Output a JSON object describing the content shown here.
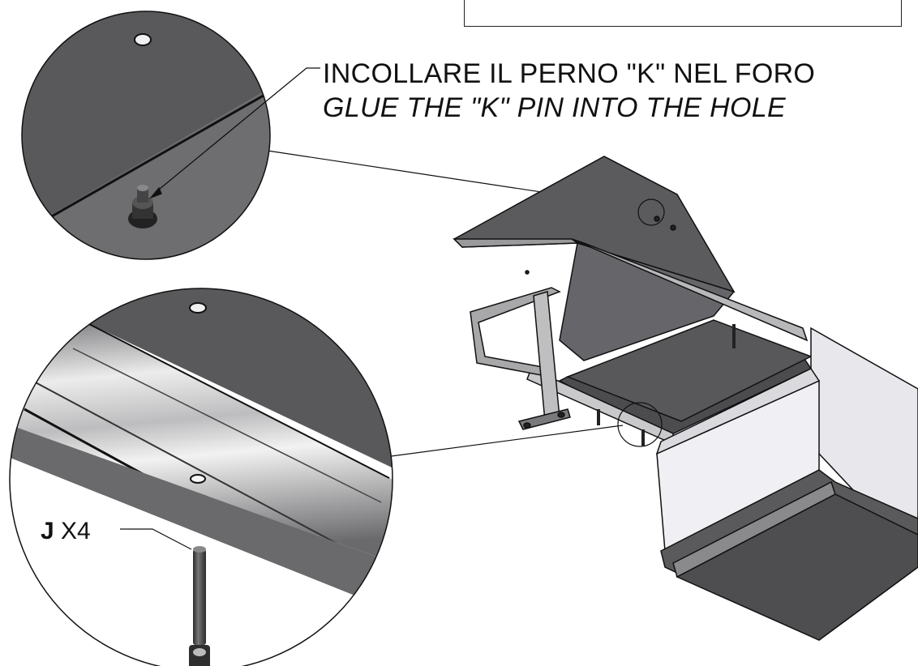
{
  "annotation": {
    "italian": "INCOLLARE IL PERNO \"K\" NEL FORO",
    "english": "GLUE THE \"K\" PIN INTO THE HOLE"
  },
  "part_callout": {
    "letter": "J",
    "quantity": "X4"
  },
  "colors": {
    "panel_dark": "#5b5b5e",
    "panel_light": "#e6e6ea",
    "frame_grey": "#9a9a9c",
    "line": "#111111"
  }
}
